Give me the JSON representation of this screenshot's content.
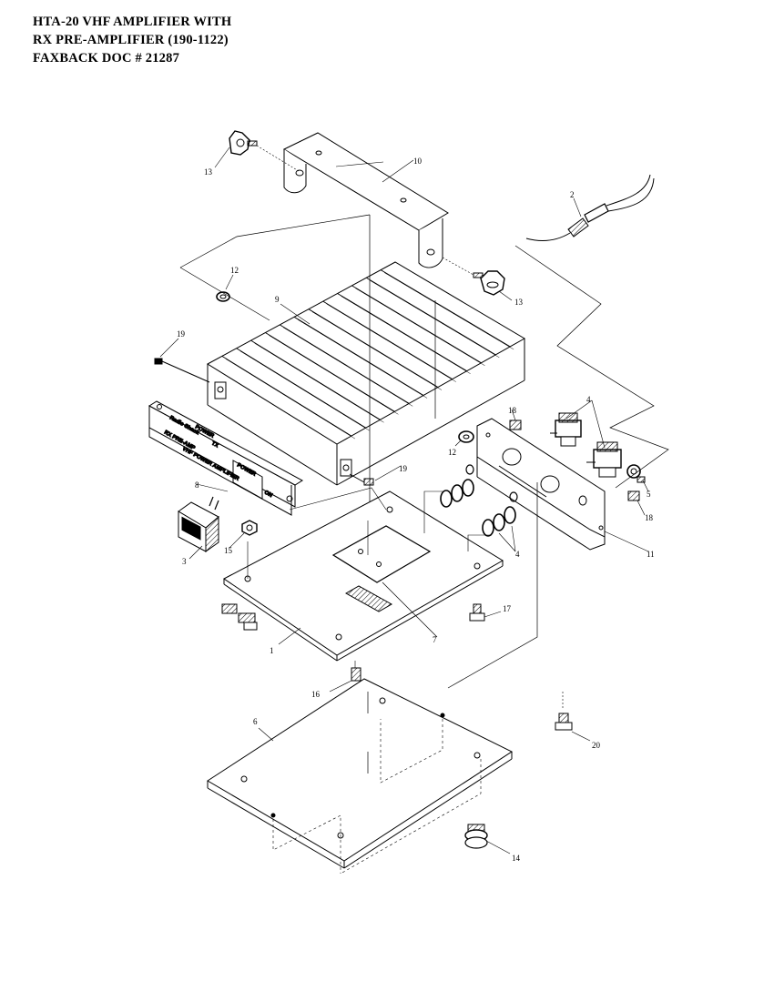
{
  "header": {
    "line1": "HTA-20 VHF AMPLIFIER WITH",
    "line2": "RX PRE-AMPLIFIER  (190-1122)",
    "line3": "FAXBACK DOC # 21287"
  },
  "front_panel": {
    "brand": "Radio Shack",
    "led1": "POWER",
    "led2": "TX",
    "model_line1": "RX PRE-AMP",
    "model_line2": "VHF POWER AMPLIFIER",
    "switch_label": "POWER",
    "switch_state": "ON"
  },
  "parts": {
    "p1": "1",
    "p2": "2",
    "p3": "3",
    "p4a": "4",
    "p4b": "4",
    "p5": "5",
    "p6": "6",
    "p7": "7",
    "p8": "8",
    "p9": "9",
    "p10": "10",
    "p11": "11",
    "p12a": "12",
    "p12b": "12",
    "p13a": "13",
    "p13b": "13",
    "p14": "14",
    "p15": "15",
    "p16": "16",
    "p17": "17",
    "p18a": "18",
    "p18b": "18",
    "p19a": "19",
    "p19b": "19",
    "p20": "20"
  },
  "colors": {
    "ink": "#000000",
    "paper": "#ffffff"
  }
}
